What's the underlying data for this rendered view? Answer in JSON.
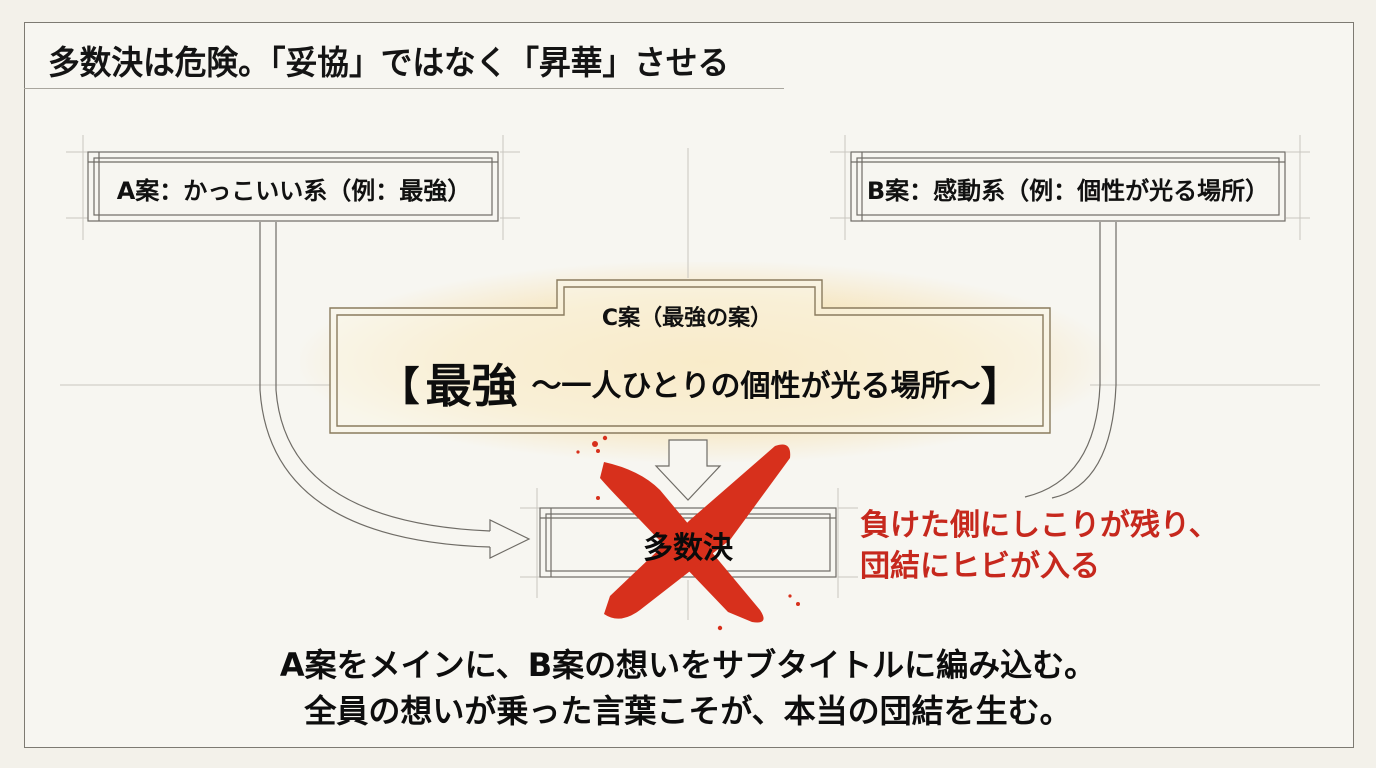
{
  "page": {
    "title": "多数決は危険。「妥協」ではなく「昇華」させる"
  },
  "diagram": {
    "option_a": {
      "label": "A案：かっこいい系（例：最強）"
    },
    "option_b": {
      "label": "B案：感動系（例：個性が光る場所）"
    },
    "option_c": {
      "subtitle": "C案（最強の案）",
      "open_bracket": "【",
      "headline": "最強",
      "tagline": "～一人ひとりの個性が光る場所～",
      "close_bracket": "】"
    },
    "majority_vote": {
      "label": "多数決",
      "status": "rejected",
      "mark": "red-x"
    },
    "warning": {
      "lines": [
        "負けた側にしこりが残り、",
        "団結にヒビが入る"
      ]
    },
    "conclusion": {
      "lines": [
        "A案をメインに、B案の想いをサブタイトルに編み込む。",
        "全員の想いが乗った言葉こそが、本当の団結を生む。"
      ]
    }
  },
  "colors": {
    "background": "#f3f1ea",
    "line": "#6f6c66",
    "accent_red": "#c6281d",
    "x_red": "#d7301c",
    "glow": "#f6d68e"
  }
}
